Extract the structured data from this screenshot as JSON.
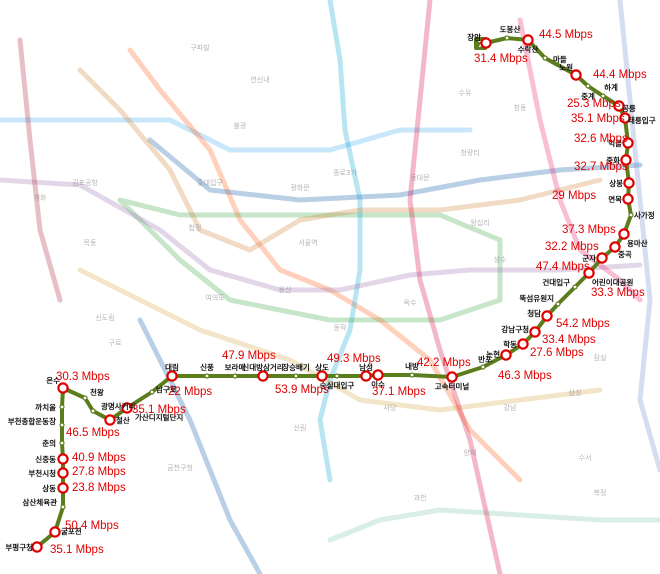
{
  "line": {
    "number": "7",
    "color": "#5b7d1b"
  },
  "speed_color": "#e00000",
  "stations": [
    {
      "id": "jangam",
      "name": "장암"
    },
    {
      "id": "dobongsan",
      "name": "도봉산"
    },
    {
      "id": "suraksan",
      "name": "수락산"
    },
    {
      "id": "madeul",
      "name": "마들"
    },
    {
      "id": "nowon",
      "name": "노원"
    },
    {
      "id": "junggye",
      "name": "중계"
    },
    {
      "id": "hagye",
      "name": "하계"
    },
    {
      "id": "gongneung",
      "name": "공릉"
    },
    {
      "id": "taereung",
      "name": "태릉입구"
    },
    {
      "id": "meokgol",
      "name": "먹골"
    },
    {
      "id": "junghwa",
      "name": "중화"
    },
    {
      "id": "sangbong",
      "name": "상봉"
    },
    {
      "id": "myeonmok",
      "name": "면목"
    },
    {
      "id": "sagajeong",
      "name": "사가정"
    },
    {
      "id": "yongmasan",
      "name": "용마산"
    },
    {
      "id": "junggok",
      "name": "중곡"
    },
    {
      "id": "gunja",
      "name": "군자"
    },
    {
      "id": "childrens",
      "name": "어린이대공원"
    },
    {
      "id": "konkuk",
      "name": "건대입구"
    },
    {
      "id": "ttukseom",
      "name": "뚝섬유원지"
    },
    {
      "id": "cheongdam",
      "name": "청담"
    },
    {
      "id": "gangnamgu",
      "name": "강남구청"
    },
    {
      "id": "hak",
      "name": "학동"
    },
    {
      "id": "nonhyeon",
      "name": "논현"
    },
    {
      "id": "banpo",
      "name": "반포"
    },
    {
      "id": "express",
      "name": "고속터미널"
    },
    {
      "id": "naebang",
      "name": "내방"
    },
    {
      "id": "isu",
      "name": "이수"
    },
    {
      "id": "namseong",
      "name": "남성"
    },
    {
      "id": "soongsil",
      "name": "숭실대입구"
    },
    {
      "id": "sangdo",
      "name": "상도"
    },
    {
      "id": "jangseungbaegi",
      "name": "장승배기"
    },
    {
      "id": "sindaebang3",
      "name": "신대방삼거리"
    },
    {
      "id": "boramae",
      "name": "보라매"
    },
    {
      "id": "sinpung",
      "name": "신풍"
    },
    {
      "id": "daerim",
      "name": "대림"
    },
    {
      "id": "namguro",
      "name": "남구로"
    },
    {
      "id": "gasan",
      "name": "가산디지털단지"
    },
    {
      "id": "cheolsan",
      "name": "철산"
    },
    {
      "id": "gwangmyeong",
      "name": "광명사거리"
    },
    {
      "id": "cheonwang",
      "name": "천왕"
    },
    {
      "id": "onsu",
      "name": "온수"
    },
    {
      "id": "kkachiul",
      "name": "까치울"
    },
    {
      "id": "bucheonstadium",
      "name": "부천종합운동장"
    },
    {
      "id": "chunui",
      "name": "춘의"
    },
    {
      "id": "sinjungdong",
      "name": "신중동"
    },
    {
      "id": "bucheoncityhall",
      "name": "부천시청"
    },
    {
      "id": "sangdong",
      "name": "상동"
    },
    {
      "id": "samsan",
      "name": "삼산체육관"
    },
    {
      "id": "gulpocheon",
      "name": "굴포천"
    },
    {
      "id": "bupyeonggu",
      "name": "부평구청"
    }
  ],
  "speeds": [
    {
      "station": "jangam",
      "value": "31.4 Mbps"
    },
    {
      "station": "suraksan",
      "value": "44.5 Mbps"
    },
    {
      "station": "nowon",
      "value": "44.4 Mbps"
    },
    {
      "station": "gongneung",
      "value": "25.3 Mbps"
    },
    {
      "station": "taereung",
      "value": "35.1 Mbps"
    },
    {
      "station": "meokgol",
      "value": "32.6 Mbps"
    },
    {
      "station": "junghwa",
      "value": "32.7 Mbps"
    },
    {
      "station": "myeonmok",
      "value": "29 Mbps"
    },
    {
      "station": "yongmasan",
      "value": "37.3 Mbps"
    },
    {
      "station": "junggok",
      "value": "32.2 Mbps"
    },
    {
      "station": "gunja",
      "value": "47.4 Mbps"
    },
    {
      "station": "childrens",
      "value": "33.3 Mbps"
    },
    {
      "station": "cheongdam",
      "value": "54.2 Mbps"
    },
    {
      "station": "gangnamgu",
      "value": "33.4 Mbps"
    },
    {
      "station": "hak",
      "value": "27.6 Mbps"
    },
    {
      "station": "nonhyeon",
      "value": "46.3 Mbps"
    },
    {
      "station": "express",
      "value": "42.2 Mbps"
    },
    {
      "station": "isu",
      "value": "49.3 Mbps"
    },
    {
      "station": "namseong",
      "value": "37.1 Mbps"
    },
    {
      "station": "sangdo",
      "value": "53.9 Mbps"
    },
    {
      "station": "sindaebang3",
      "value": "47.9 Mbps"
    },
    {
      "station": "daerim",
      "value": "22 Mbps"
    },
    {
      "station": "gasan",
      "value": "35.1 Mbps"
    },
    {
      "station": "cheolsan",
      "value": "46.5 Mbps"
    },
    {
      "station": "onsu",
      "value": "30.3 Mbps"
    },
    {
      "station": "sinjungdong",
      "value": "40.9 Mbps"
    },
    {
      "station": "bucheoncityhall",
      "value": "27.8 Mbps"
    },
    {
      "station": "sangdong",
      "value": "23.8 Mbps"
    },
    {
      "station": "gulpocheon",
      "value": "50.4 Mbps"
    },
    {
      "station": "bupyeonggu",
      "value": "35.1 Mbps"
    }
  ],
  "background": {
    "labels": [
      {
        "id": "yeonsinnae",
        "text": "연신내"
      },
      {
        "id": "bulgwang",
        "text": "불광"
      },
      {
        "id": "gupabal",
        "text": "구파발"
      },
      {
        "id": "seoulstation",
        "text": "서울역"
      },
      {
        "id": "yongsan",
        "text": "용산"
      },
      {
        "id": "sindorim",
        "text": "신도림"
      },
      {
        "id": "yeouido",
        "text": "여의도"
      },
      {
        "id": "hongdae",
        "text": "홍대입구"
      },
      {
        "id": "jongno3",
        "text": "종로3가"
      },
      {
        "id": "wangsimni",
        "text": "왕십리"
      },
      {
        "id": "seongsu",
        "text": "성수"
      },
      {
        "id": "jamsil",
        "text": "잠실"
      },
      {
        "id": "samseong",
        "text": "삼성"
      },
      {
        "id": "gangnam",
        "text": "강남"
      },
      {
        "id": "sadang",
        "text": "사당"
      },
      {
        "id": "gimpo",
        "text": "김포공항"
      },
      {
        "id": "guro",
        "text": "구로"
      },
      {
        "id": "geumcheon",
        "text": "금천구청"
      },
      {
        "id": "suseo",
        "text": "수서"
      },
      {
        "id": "yangjae",
        "text": "양재"
      },
      {
        "id": "dongdaemun",
        "text": "동대문"
      },
      {
        "id": "cheongnyangni",
        "text": "청량리"
      },
      {
        "id": "changdong",
        "text": "창동"
      },
      {
        "id": "mokdong",
        "text": "목동"
      },
      {
        "id": "sillim",
        "text": "신림"
      },
      {
        "id": "gwanghwamun",
        "text": "광화문"
      },
      {
        "id": "hapjeong",
        "text": "합정"
      },
      {
        "id": "dongjak",
        "text": "동작"
      },
      {
        "id": "gaehwa",
        "text": "개화"
      },
      {
        "id": "oksu",
        "text": "옥수"
      },
      {
        "id": "suyu",
        "text": "수유"
      },
      {
        "id": "gwacheon",
        "text": "과천"
      },
      {
        "id": "bokjeong",
        "text": "복정"
      }
    ]
  }
}
